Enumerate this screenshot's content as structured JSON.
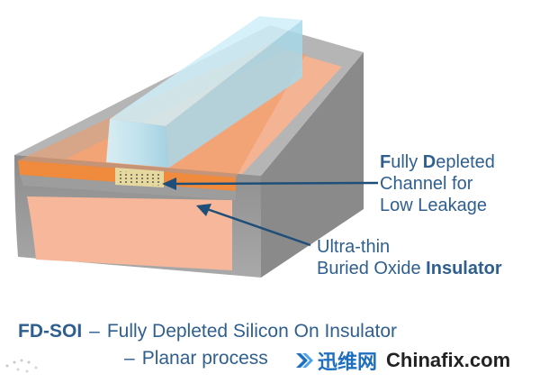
{
  "colors": {
    "accent_text": "#2f5f8f",
    "substrate": "#9a9a9a",
    "silicon_film": "#f08a3c",
    "buried_oxide": "#f6b79a",
    "gate": "#bfe6f3",
    "channel": "#e6d9a0",
    "watermark_blue": "#1f6fc0"
  },
  "callouts": {
    "channel": {
      "line1_initial1": "F",
      "line1_rest1": "ully ",
      "line1_initial2": "D",
      "line1_rest2": "epleted",
      "line2": "Channel for",
      "line3": "Low Leakage"
    },
    "box": {
      "line1": "Ultra-thin",
      "line2_normal": "Buried Oxide ",
      "line2_bold": "Insulator"
    }
  },
  "caption": {
    "term": "FD-SOI",
    "dash": "–",
    "line1": "Fully Depleted Silicon On Insulator",
    "line2_dash": "–",
    "line2": "Planar process"
  },
  "watermark": {
    "icon": "chevron-logo-icon",
    "chinese": "迅维网",
    "brand": "Chinafix.com"
  }
}
